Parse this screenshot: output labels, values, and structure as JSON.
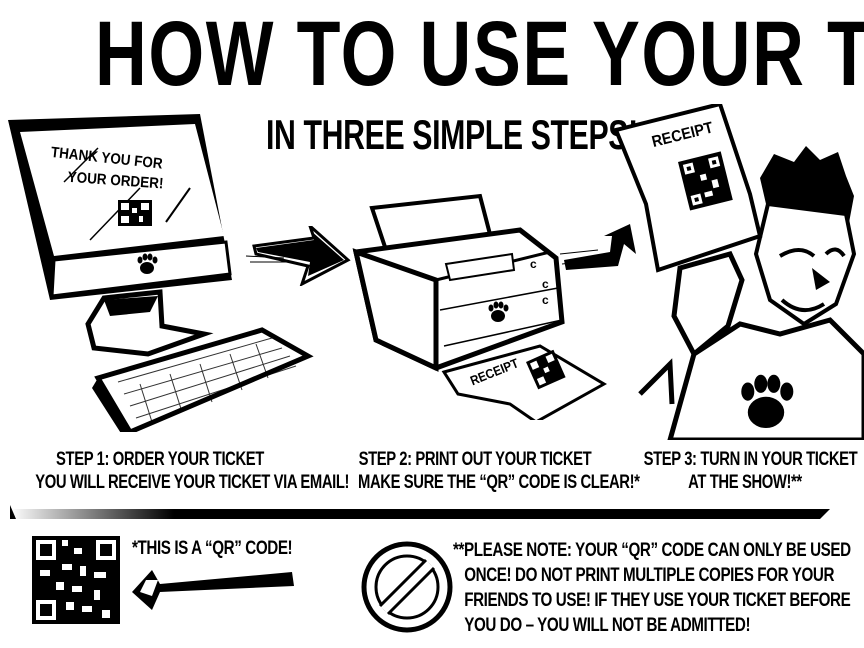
{
  "header": {
    "title": "HOW TO USE YOUR TICKET",
    "subtitle": "IN THREE SIMPLE STEPS!"
  },
  "illustrations": {
    "computer": {
      "screen_line1": "THANK YOU FOR",
      "screen_line2": "YOUR ORDER!"
    },
    "printer": {
      "receipt_label": "RECEIPT"
    },
    "person": {
      "receipt_label": "RECEIPT"
    }
  },
  "steps": [
    {
      "title": "STEP 1: ORDER YOUR TICKET",
      "detail": "YOU WILL RECEIVE YOUR TICKET VIA EMAIL!"
    },
    {
      "title": "STEP 2: PRINT OUT YOUR TICKET",
      "detail": "MAKE SURE THE “QR” CODE IS CLEAR!*"
    },
    {
      "title": "STEP 3: TURN IN YOUR TICKET",
      "detail": "AT THE SHOW!**"
    }
  ],
  "footer": {
    "qr_note": "*THIS IS A “QR” CODE!",
    "please_note_lines": [
      "**PLEASE NOTE: YOUR “QR” CODE CAN ONLY BE USED",
      "ONCE! DO NOT PRINT MULTIPLE COPIES FOR YOUR",
      "FRIENDS TO USE! IF THEY USE YOUR TICKET BEFORE",
      "YOU DO – YOU WILL NOT BE ADMITTED!"
    ]
  },
  "icons": [
    "computer-icon",
    "printer-icon",
    "person-holding-receipt-icon",
    "paw-print-icon",
    "qr-code-icon",
    "arrow-left-icon",
    "prohibited-icon",
    "arrow-right-icon"
  ],
  "colors": {
    "ink": "#000000",
    "paper": "#ffffff"
  }
}
